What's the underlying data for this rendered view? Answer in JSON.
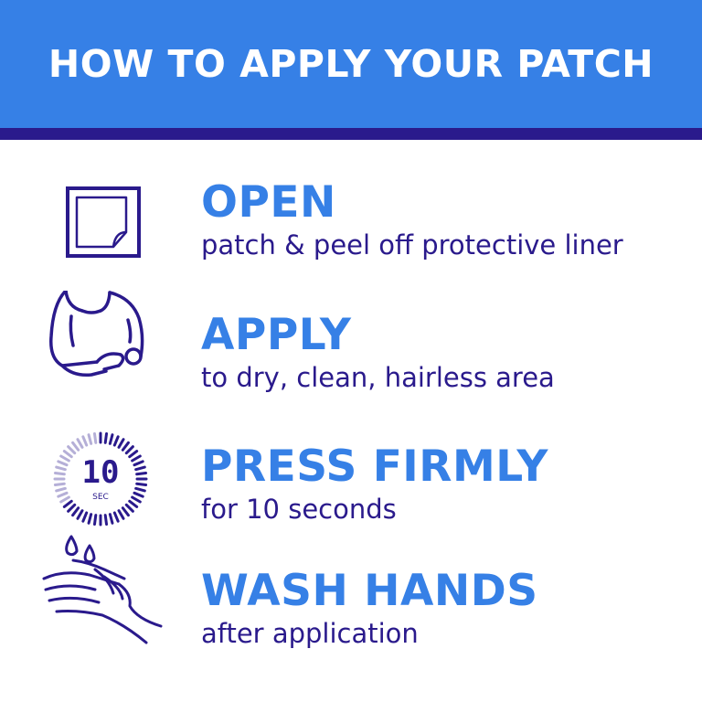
{
  "header": {
    "title": "HOW TO APPLY YOUR PATCH"
  },
  "colors": {
    "accent_blue": "#3680e6",
    "dark_purple": "#2a1a8c",
    "background": "#ffffff"
  },
  "steps": [
    {
      "icon": "patch-icon",
      "heading": "OPEN",
      "description": "patch & peel off protective liner"
    },
    {
      "icon": "person-applying-patch-icon",
      "heading": "APPLY",
      "description": "to dry, clean, hairless area"
    },
    {
      "icon": "timer-icon",
      "timer_value": "10",
      "timer_unit": "SEC",
      "heading": "PRESS FIRMLY",
      "description": "for 10 seconds"
    },
    {
      "icon": "washing-hands-icon",
      "heading": "WASH HANDS",
      "description": "after application"
    }
  ]
}
